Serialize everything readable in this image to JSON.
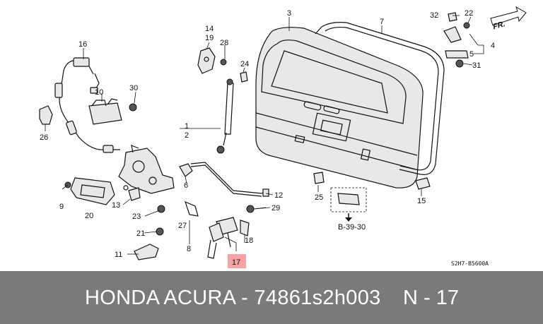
{
  "diagram": {
    "callouts": [
      "1",
      "2",
      "3",
      "4",
      "5",
      "6",
      "7",
      "8",
      "9",
      "10",
      "11",
      "12",
      "13",
      "14",
      "15",
      "16",
      "17",
      "18",
      "19",
      "20",
      "21",
      "22",
      "23",
      "24",
      "25",
      "26",
      "27",
      "28",
      "29",
      "30",
      "31",
      "32"
    ],
    "direction_label": "FR.",
    "section_ref": "B-39-30",
    "drawing_code": "S2H7-B5600A",
    "highlight_color": "#f5a3a3"
  },
  "footer": {
    "title": "HONDA ACURA - 74861s2h003",
    "ref": "N - 17",
    "background": "#7a7a7a"
  }
}
